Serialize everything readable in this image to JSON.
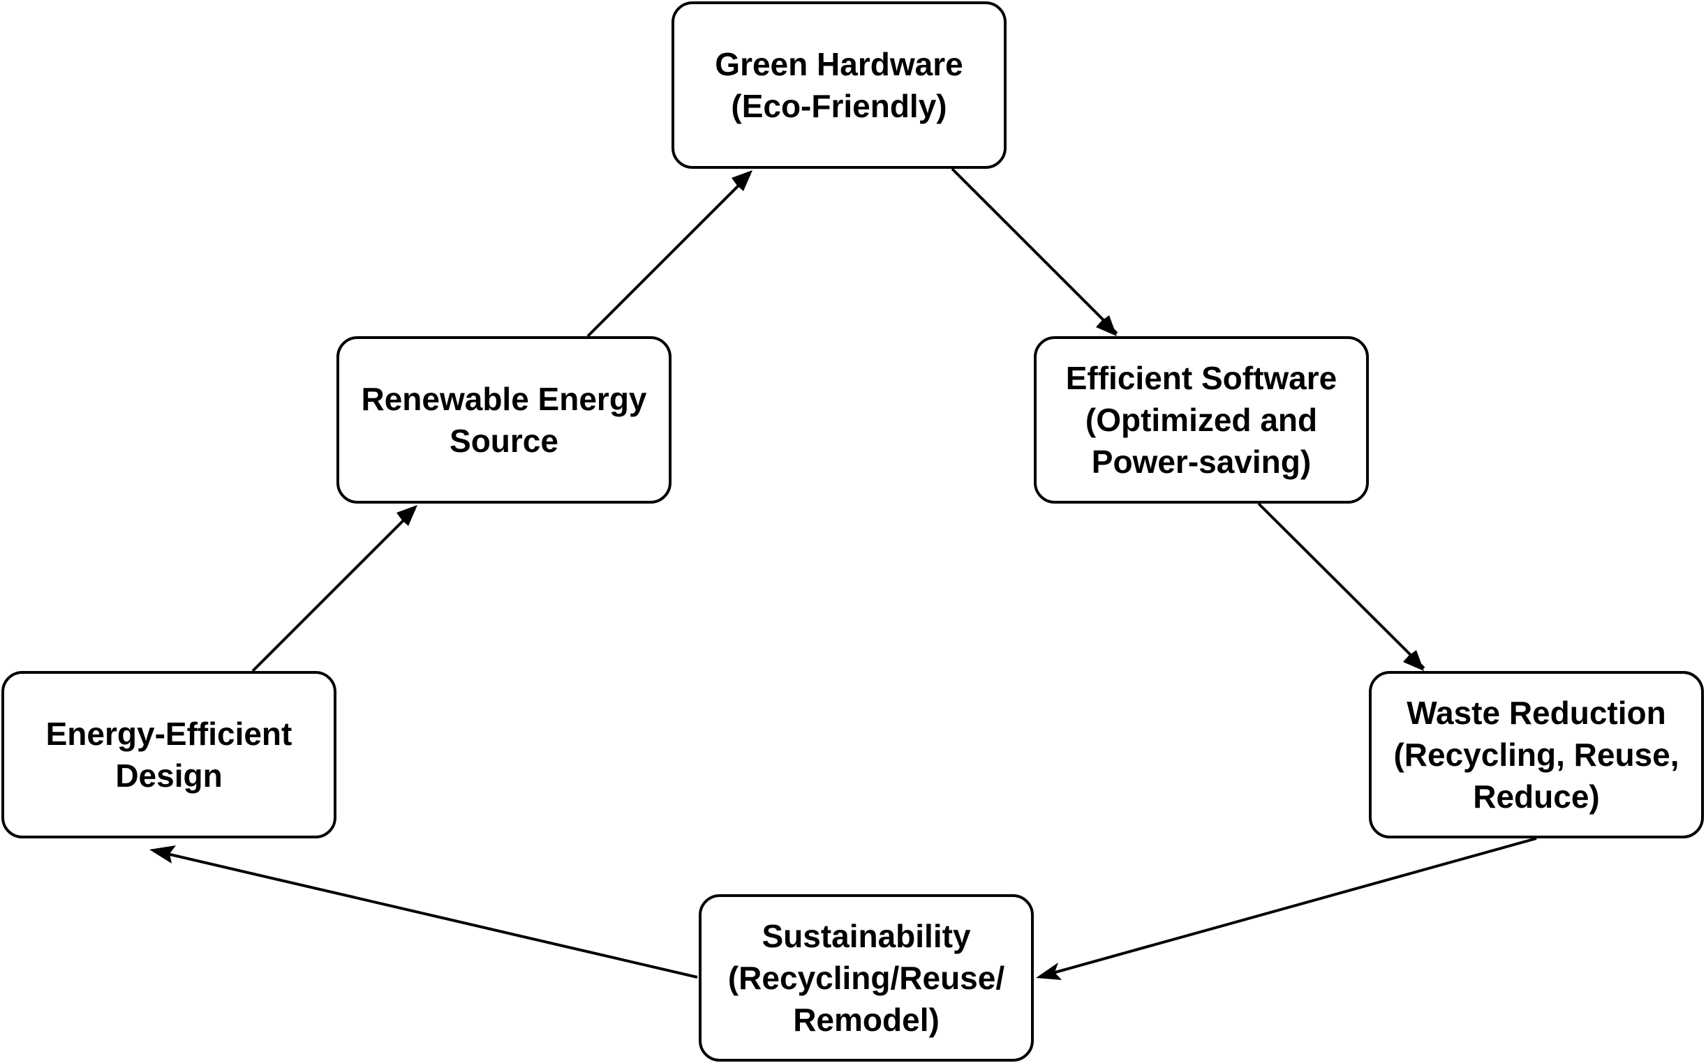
{
  "nodes": {
    "green_hardware": {
      "line1": "Green Hardware",
      "line2": "(Eco-Friendly)"
    },
    "efficient_software": {
      "line1": "Efficient Software",
      "line2": "(Optimized and",
      "line3": "Power-saving)"
    },
    "waste_reduction": {
      "line1": "Waste Reduction",
      "line2": "(Recycling, Reuse,",
      "line3": "Reduce)"
    },
    "sustainability": {
      "line1": "Sustainability",
      "line2": "(Recycling/Reuse/",
      "line3": "Remodel)"
    },
    "energy_efficient_design": {
      "line1": "Energy-Efficient",
      "line2": "Design"
    },
    "renewable_energy_source": {
      "line1": "Renewable Energy",
      "line2": "Source"
    }
  },
  "edges": [
    {
      "from": "green_hardware",
      "to": "efficient_software"
    },
    {
      "from": "efficient_software",
      "to": "waste_reduction"
    },
    {
      "from": "waste_reduction",
      "to": "sustainability"
    },
    {
      "from": "sustainability",
      "to": "energy_efficient_design"
    },
    {
      "from": "energy_efficient_design",
      "to": "renewable_energy_source"
    },
    {
      "from": "renewable_energy_source",
      "to": "green_hardware"
    }
  ],
  "colors": {
    "stroke": "#000000",
    "background": "#ffffff",
    "text": "#000000"
  }
}
